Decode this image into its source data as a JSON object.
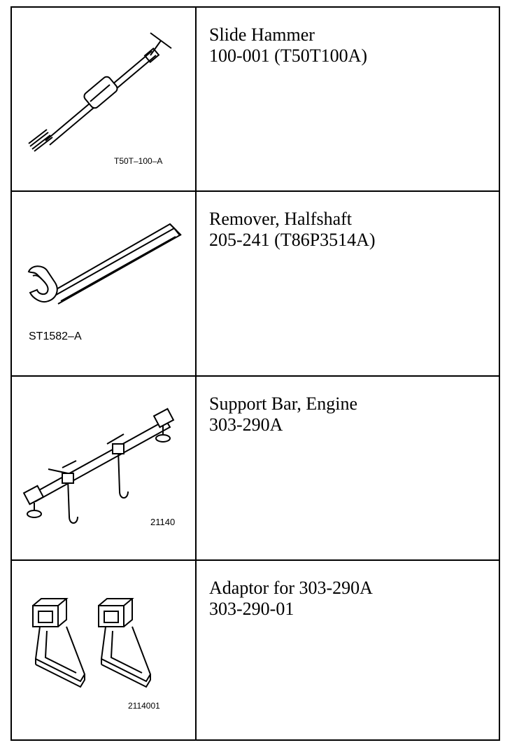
{
  "tools": [
    {
      "name": "Slide Hammer",
      "number": "100-001 (T50T100A)",
      "figure_ref": "T50T–100–A",
      "icon": "slide-hammer-icon"
    },
    {
      "name": "Remover, Halfshaft",
      "number": "205-241 (T86P3514A)",
      "figure_ref": "ST1582–A",
      "icon": "halfshaft-remover-icon"
    },
    {
      "name": "Support Bar, Engine",
      "number": "303-290A",
      "figure_ref": "21140",
      "icon": "engine-support-bar-icon"
    },
    {
      "name": "Adaptor for 303-290A",
      "number": "303-290-01",
      "figure_ref": "2114001",
      "icon": "support-bar-adaptor-icon"
    }
  ]
}
